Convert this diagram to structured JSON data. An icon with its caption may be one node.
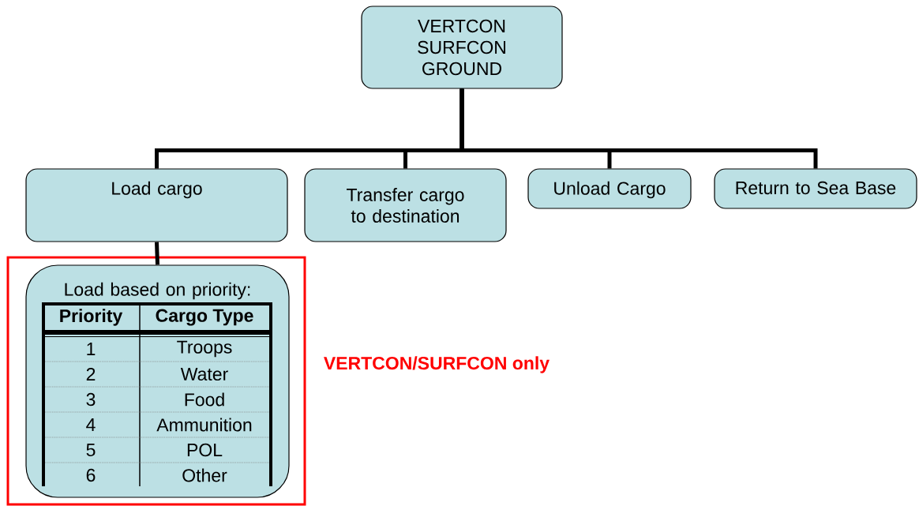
{
  "diagram": {
    "nodes": [
      {
        "text": [
          "VERTCON SURFCON GROUND"
        ]
      },
      {
        "text": [
          "Load cargo"
        ]
      },
      {
        "text": [
          "Transfer cargo to destination"
        ]
      },
      {
        "text": [
          "Unload Cargo"
        ]
      },
      {
        "text": [
          "Return to Sea Base"
        ]
      },
      {
        "text": [],
        "shape": "box",
        "beside": [
          "VERTCON/SURFCON only"
        ]
      },
      {
        "text": [
          "Load based on priority:"
        ],
        "in": 5
      }
    ],
    "edges": [
      {
        "from": 0,
        "to": 1,
        "arrow": "none"
      },
      {
        "from": 0,
        "to": 2,
        "arrow": "none"
      },
      {
        "from": 0,
        "to": 3,
        "arrow": "none"
      },
      {
        "from": 0,
        "to": 4,
        "arrow": "none"
      },
      {
        "from": 1,
        "to": 6,
        "arrow": "none"
      }
    ],
    "labels": [
      "Priority",
      "Cargo Type",
      "1",
      "Troops",
      "2",
      "Water",
      "3",
      "Food",
      "4",
      "Ammunition",
      "5",
      "POL",
      "6",
      "Other"
    ]
  }
}
